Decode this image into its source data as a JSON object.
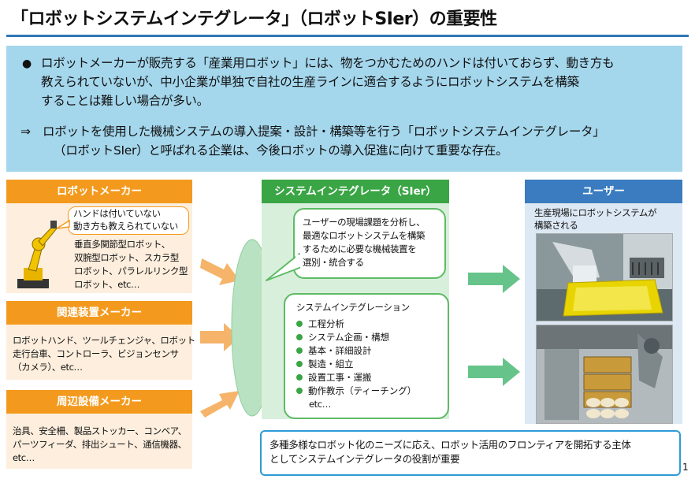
{
  "title": "「ロボットシステムインテグレータ」（ロボットSIer）の重要性",
  "summary": {
    "bullet_symbol": "●",
    "bullet_lines": [
      "ロボットメーカーが販売する「産業用ロボット」には、物をつかむためのハンドは付いておらず、動き方も",
      "教えられていないが、中小企業が単独で自社の生産ラインに適合するようにロボットシステムを構築",
      "することは難しい場合が多い。"
    ],
    "arrow_symbol": "⇒",
    "arrow_lines": [
      "ロボットを使用した機械システムの導入提案・設計・構築等を行う「ロボットシステムインテグレータ」",
      "（ロボットSIer）と呼ばれる企業は、今後ロボットの導入促進に向けて重要な存在。"
    ]
  },
  "left": {
    "robot_maker": {
      "title": "ロボットメーカー",
      "callout": [
        "ハンドは付いていない",
        "動き方も教えられていない"
      ],
      "lines": [
        "垂直多関節型ロボット、",
        "双腕型ロボット、スカラ型",
        "ロボット、パラレルリンク型",
        "ロボット、etc…"
      ]
    },
    "related_maker": {
      "title": "関連装置メーカー",
      "lines": [
        "ロボットハンド、ツールチェンジャ、ロボット",
        "走行台車、コントローラ、ビジョンセンサ",
        "（カメラ）、etc…"
      ]
    },
    "peripheral_maker": {
      "title": "周辺設備メーカー",
      "lines": [
        "治具、安全柵、製品ストッカー、コンベア、",
        "パーツフィーダ、排出シュート、通信機器、",
        "etc…"
      ]
    }
  },
  "center": {
    "title": "システムインテグレータ（SIer）",
    "bubble1": [
      "ユーザーの現場課題を分析し、",
      "最適なロボットシステムを構築",
      "するために必要な機械装置を",
      "選別・統合する"
    ],
    "bubble2_title": "システムインテグレーション",
    "bubble2_items": [
      "工程分析",
      "システム企画・構想",
      "基本・詳細設計",
      "製造・組立",
      "設置工事・運搬",
      "動作教示（ティーチング）"
    ],
    "bubble2_etc": "etc…"
  },
  "right": {
    "title": "ユーザー",
    "caption": [
      "生産現場にロボットシステムが",
      "構築される"
    ]
  },
  "bottom_note": [
    "多種多様なロボット化のニーズに応え、ロボット活用のフロンティアを開拓する主体",
    "としてシステムインテグレータの役割が重要"
  ],
  "page_number": "1",
  "colors": {
    "title_rule": "#2e78b7",
    "summary_bg": "#a4d6ec",
    "orange_header": "#f39a1e",
    "orange_panel": "#fdeedd",
    "green_header": "#3aa545",
    "green_panel": "#d8efdc",
    "blue_header": "#3a7cbf",
    "blue_panel": "#dce8f4",
    "orange_arrow": "#f5b46a",
    "green_arrow": "#66c48a"
  }
}
